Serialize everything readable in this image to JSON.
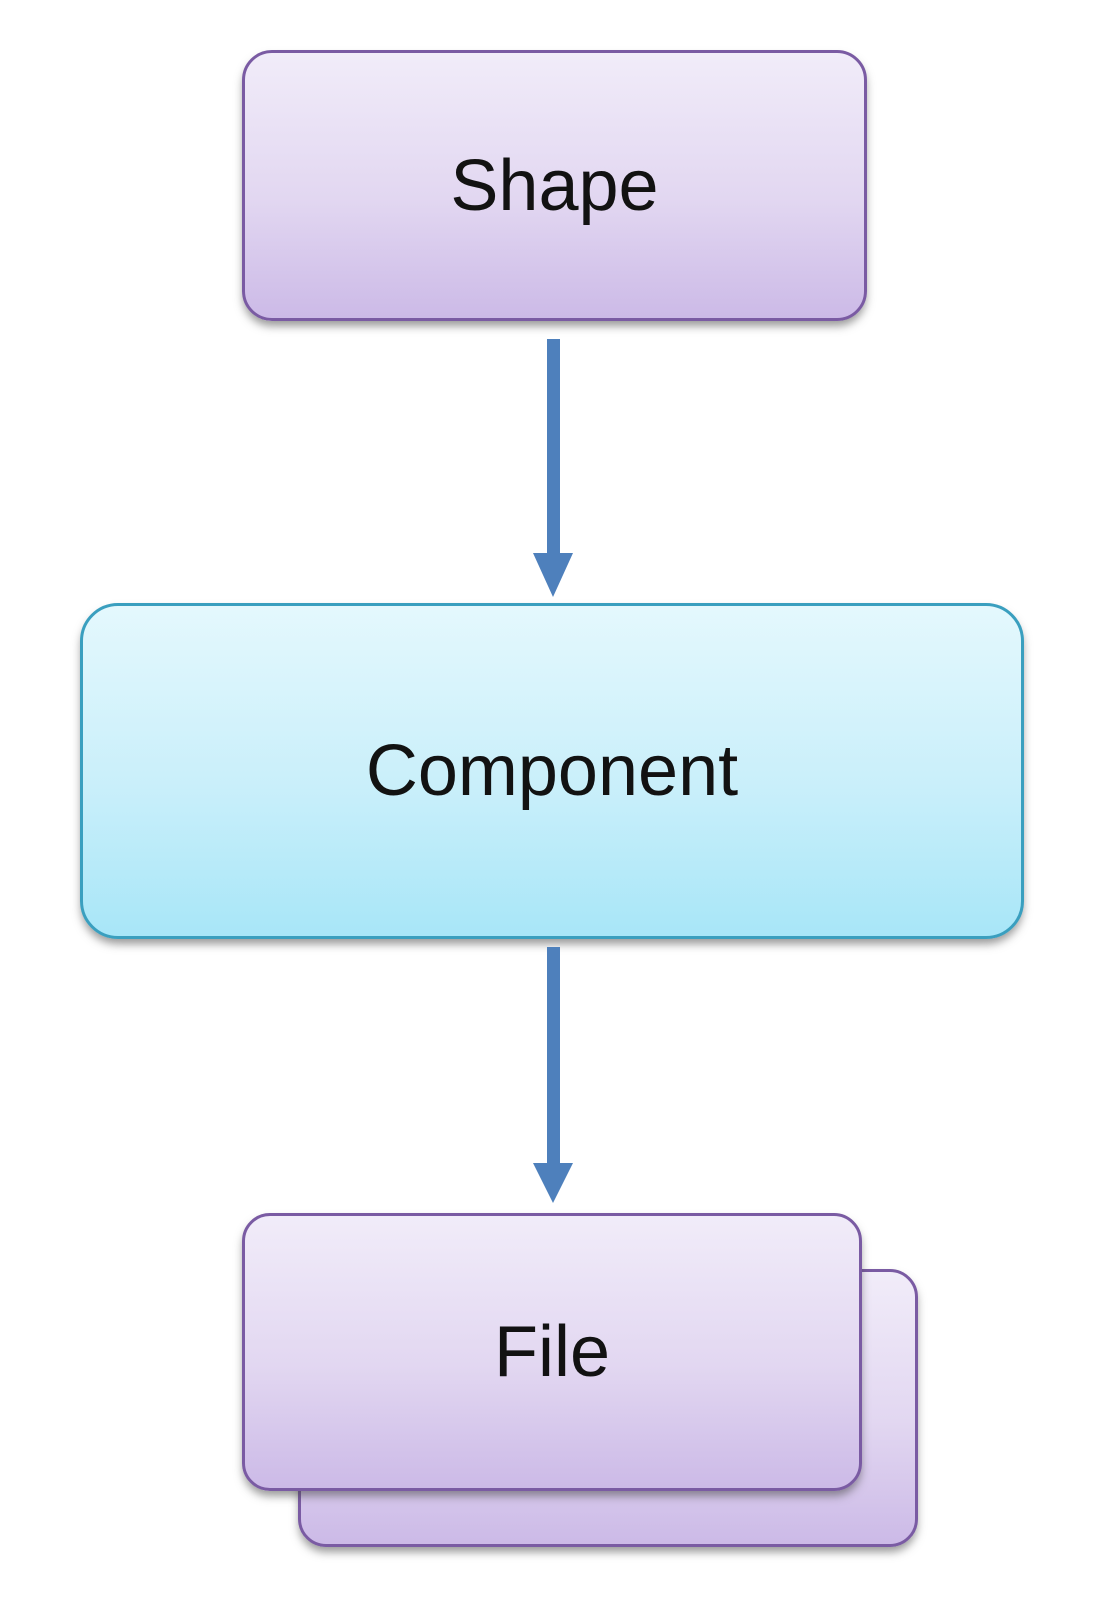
{
  "diagram": {
    "type": "flowchart",
    "direction": "top-down",
    "nodes": [
      {
        "id": "shape",
        "label": "Shape",
        "style": "purple",
        "stacked": false
      },
      {
        "id": "component",
        "label": "Component",
        "style": "cyan",
        "stacked": false
      },
      {
        "id": "file",
        "label": "File",
        "style": "purple",
        "stacked": true
      }
    ],
    "edges": [
      {
        "from": "shape",
        "to": "component",
        "icon": "down-arrow-icon"
      },
      {
        "from": "component",
        "to": "file",
        "icon": "down-arrow-icon"
      }
    ]
  },
  "colors": {
    "purple_border": "#7a5ba3",
    "purple_fill_top": "#f1ecf9",
    "purple_fill_mid": "#e2d7f1",
    "purple_fill_bottom": "#ccbae7",
    "cyan_border": "#3a9fbf",
    "cyan_fill_top": "#e4f8fd",
    "cyan_fill_mid": "#c9effa",
    "cyan_fill_bottom": "#a8e6f8",
    "arrow": "#4e80bc"
  }
}
